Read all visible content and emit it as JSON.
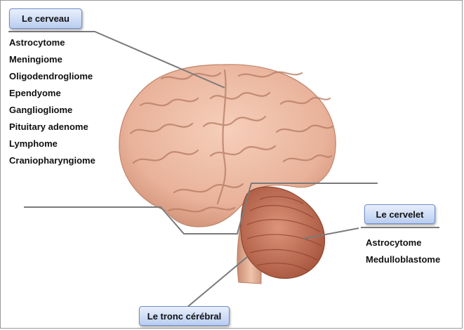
{
  "labels": {
    "cerveau": "Le cerveau",
    "cervelet": "Le cervelet",
    "tronc": "Le tronc cérébral"
  },
  "cerveau_tumors": [
    "Astrocytome",
    "Meningiome",
    "Oligodendrogliome",
    "Ependyome",
    "Gangliogliome",
    "Pituitary adenome",
    "Lymphome",
    "Craniopharyngiome"
  ],
  "cervelet_tumors": [
    "Astrocytome",
    "Medulloblastome"
  ],
  "colors": {
    "label_fill": "#c7d7f5",
    "label_border": "#6f8fc9",
    "leader_line": "#7a7a7a",
    "brain": "#e9b79f",
    "cerebellum": "#c9775c",
    "brainstem": "#d9a389"
  }
}
